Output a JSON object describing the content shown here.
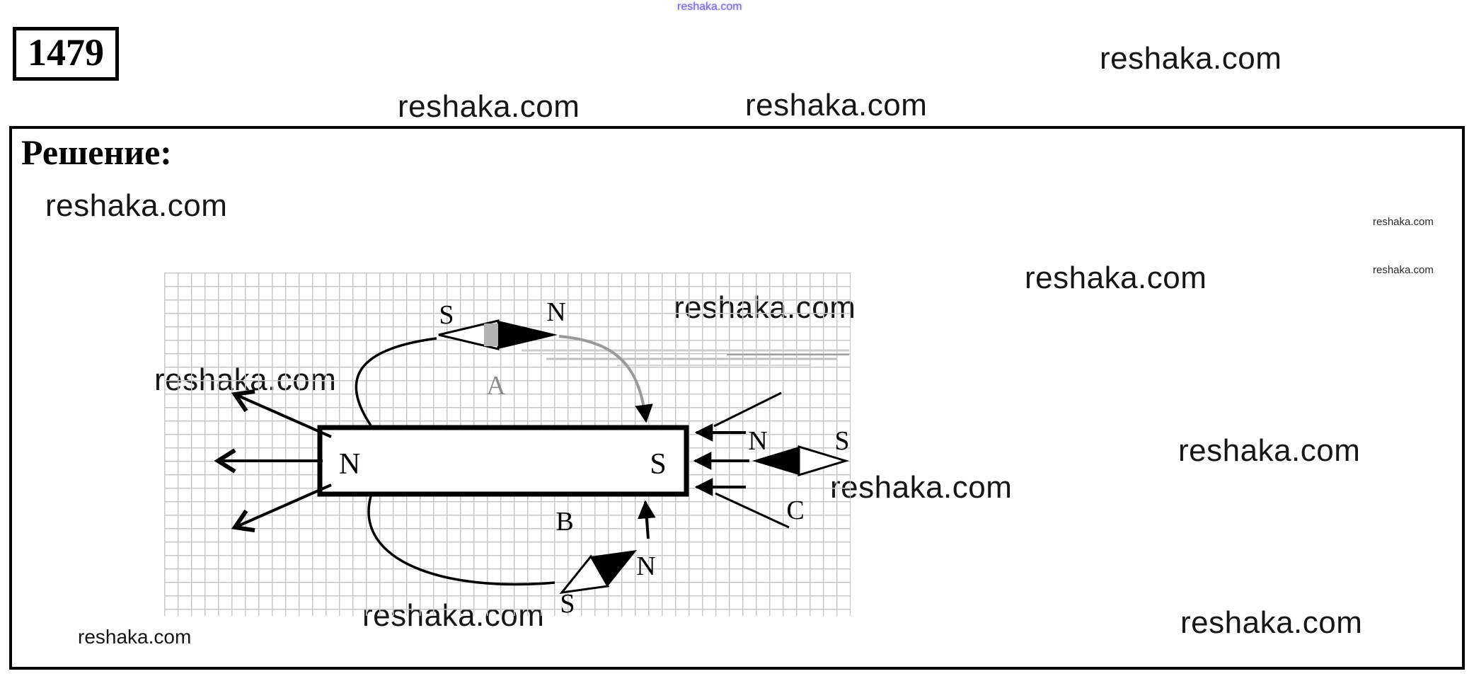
{
  "page": {
    "problem_number": "1479",
    "solution_label": "Решение:",
    "watermark": "reshaka.com"
  },
  "diagram": {
    "magnet": {
      "left_pole": "N",
      "right_pole": "S"
    },
    "compass_a": {
      "label": "A",
      "left": "S",
      "right": "N"
    },
    "compass_b": {
      "label": "B",
      "n": "N",
      "s": "S"
    },
    "compass_c": {
      "label": "C",
      "left": "N",
      "right": "S"
    },
    "colors": {
      "grid": "#c8c8c8",
      "needle_fill": "#000000",
      "field_line_gray": "#9a9a9a",
      "watermark_blue": "#7b6fe0"
    }
  }
}
